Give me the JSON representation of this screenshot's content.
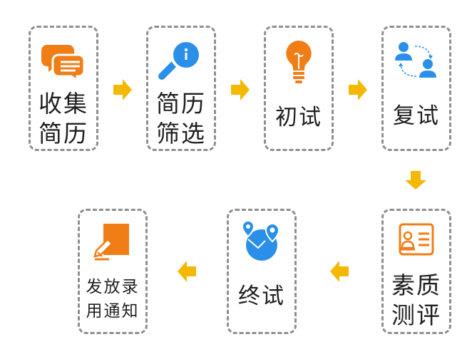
{
  "steps": [
    {
      "label": "收集\n简历",
      "icon": "chat-bubbles-icon"
    },
    {
      "label": "简历\n筛选",
      "icon": "magnifier-icon"
    },
    {
      "label": "初试",
      "icon": "lightbulb-icon"
    },
    {
      "label": "复试",
      "icon": "user-exchange-icon"
    },
    {
      "label": "素质\n测评",
      "icon": "id-card-icon"
    },
    {
      "label": "终试",
      "icon": "location-map-icon"
    },
    {
      "label": "发放录\n用通知",
      "icon": "document-pen-icon"
    }
  ],
  "colors": {
    "orange": "#f07d16",
    "blue": "#2a8fe8",
    "arrow": "#f5b800",
    "border": "#8f8f8f"
  }
}
